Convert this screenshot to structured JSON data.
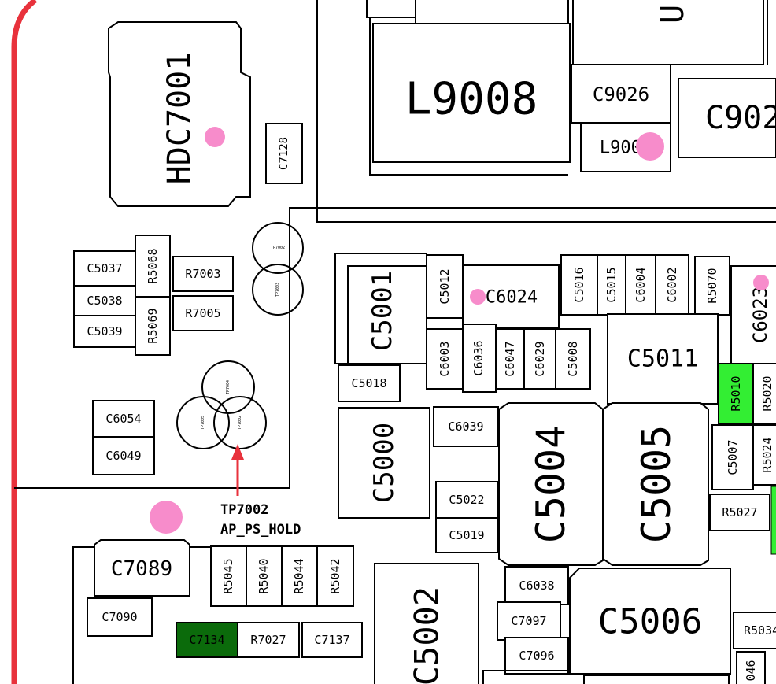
{
  "colors": {
    "highlight_green": "#33ee33",
    "dark_green": "#0b6b0b",
    "marker_pink": "#f78ccb",
    "annotation_red": "#e8323c"
  },
  "annotation": {
    "line1": "TP7002",
    "line2": "AP_PS_HOLD"
  },
  "components": {
    "u_partial": "U",
    "hdc7001": "HDC7001",
    "c7128": "C7128",
    "l9008": "L9008",
    "c9026": "C9026",
    "l9009": "L9009",
    "c902x": "C902",
    "c5037": "C5037",
    "c5038": "C5038",
    "c5039": "C5039",
    "r5068": "R5068",
    "r5069": "R5069",
    "r7003": "R7003",
    "r7005": "R7005",
    "c6054": "C6054",
    "c6049": "C6049",
    "c5001": "C5001",
    "c5012": "C5012",
    "c6024": "C6024",
    "c5018": "C5018",
    "c6003": "C6003",
    "c6036": "C6036",
    "c6047": "C6047",
    "c6029": "C6029",
    "c5008": "C5008",
    "c5016": "C5016",
    "c5015": "C5015",
    "c6004": "C6004",
    "c6002": "C6002",
    "r5070": "R5070",
    "c6023": "C6023",
    "c5011": "C5011",
    "r5010": "R5010",
    "r5020": "R5020",
    "c5007": "C5007",
    "r5024": "R5024",
    "r5027": "R5027",
    "c5000": "C5000",
    "c6039": "C6039",
    "c5004": "C5004",
    "c5005": "C5005",
    "c5022": "C5022",
    "c5019": "C5019",
    "c7089": "C7089",
    "c7090": "C7090",
    "r5045": "R5045",
    "r5040": "R5040",
    "r5044": "R5044",
    "r5042": "R5042",
    "c7134": "C7134",
    "r7027": "R7027",
    "c7137": "C7137",
    "c5002": "C5002",
    "c6038": "C6038",
    "c7097": "C7097",
    "c7096": "C7096",
    "c5006": "C5006",
    "r5034": "R5034",
    "x046": "046"
  },
  "test_points": {
    "tp_top": "TP7002",
    "tp_mid": "TP7003",
    "tp_a": "TP7004",
    "tp_b": "TP7005",
    "tp_c": "TP7002"
  }
}
